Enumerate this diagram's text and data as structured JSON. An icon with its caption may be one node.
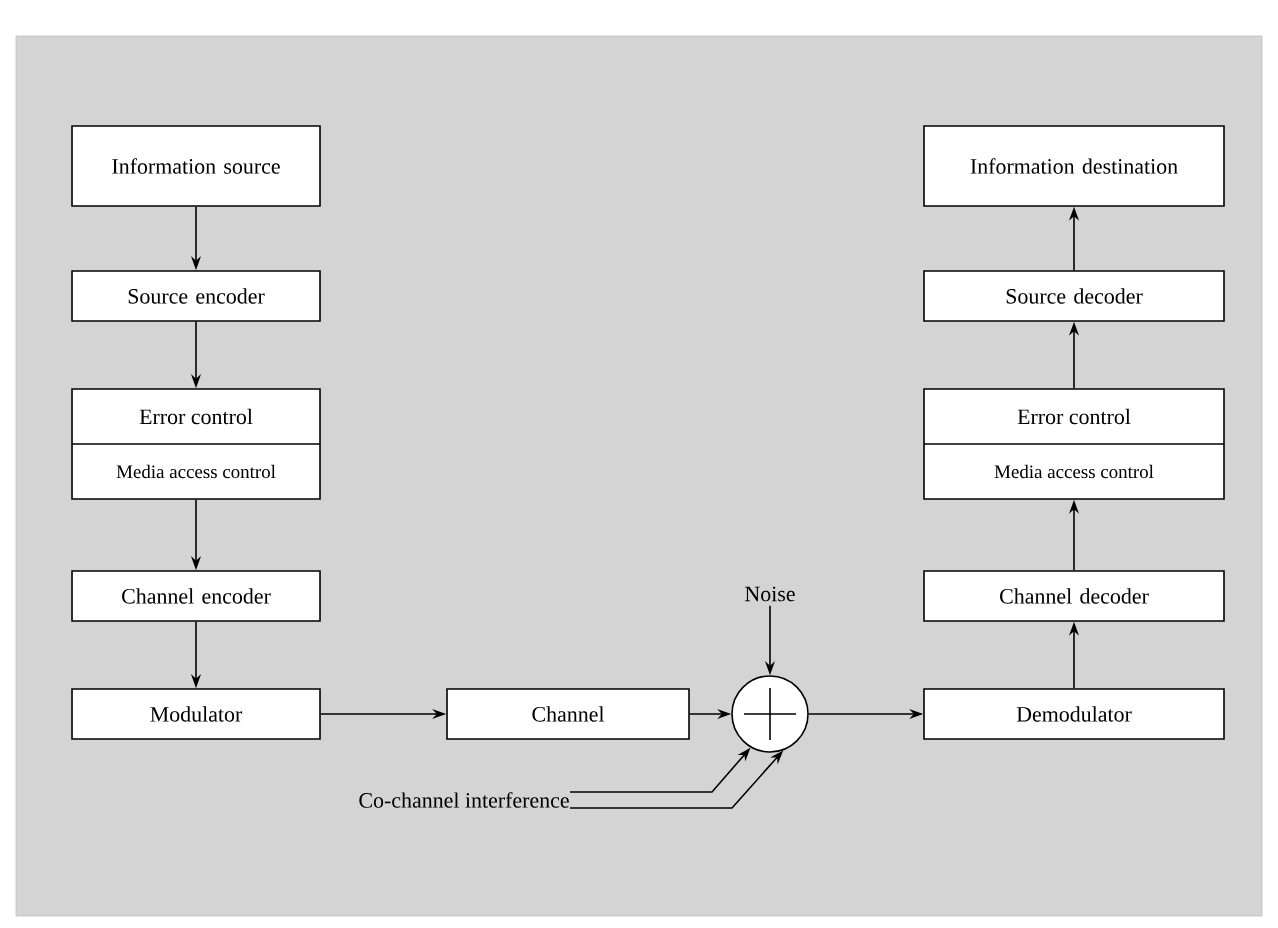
{
  "diagram": {
    "nodes": [
      {
        "text": [
          "Information source"
        ]
      },
      {
        "text": [
          "Source encoder"
        ]
      },
      {
        "text": [
          "Error control",
          "Media access control"
        ]
      },
      {
        "text": [
          "Channel encoder"
        ]
      },
      {
        "text": [
          "Modulator"
        ]
      },
      {
        "text": [
          "Channel"
        ]
      },
      {
        "text": [],
        "shape": "circle"
      },
      {
        "text": [
          "Noise"
        ]
      },
      {
        "text": [
          "Co-channel interference"
        ]
      },
      {
        "text": [
          "Demodulator"
        ]
      },
      {
        "text": [
          "Channel decoder"
        ]
      },
      {
        "text": [
          "Error control",
          "Media access control"
        ]
      },
      {
        "text": [
          "Source decoder"
        ]
      },
      {
        "text": [
          "Information destination"
        ]
      }
    ],
    "edges": [
      {
        "from": 0,
        "to": 1,
        "arrow": "to"
      },
      {
        "from": 1,
        "to": 2,
        "arrow": "to"
      },
      {
        "from": 2,
        "to": 3,
        "arrow": "to"
      },
      {
        "from": 3,
        "to": 4,
        "arrow": "to"
      },
      {
        "from": 4,
        "to": 5,
        "arrow": "to"
      },
      {
        "from": 5,
        "to": 6,
        "arrow": "to"
      },
      {
        "from": 7,
        "to": 6,
        "arrow": "to"
      },
      {
        "from": 8,
        "to": 6,
        "arrow": "to"
      },
      {
        "from": 8,
        "to": 6,
        "arrow": "to"
      },
      {
        "from": 6,
        "to": 9,
        "arrow": "to"
      },
      {
        "from": 9,
        "to": 10,
        "arrow": "to"
      },
      {
        "from": 10,
        "to": 11,
        "arrow": "to"
      },
      {
        "from": 11,
        "to": 12,
        "arrow": "to"
      },
      {
        "from": 12,
        "to": 13,
        "arrow": "to"
      }
    ]
  }
}
